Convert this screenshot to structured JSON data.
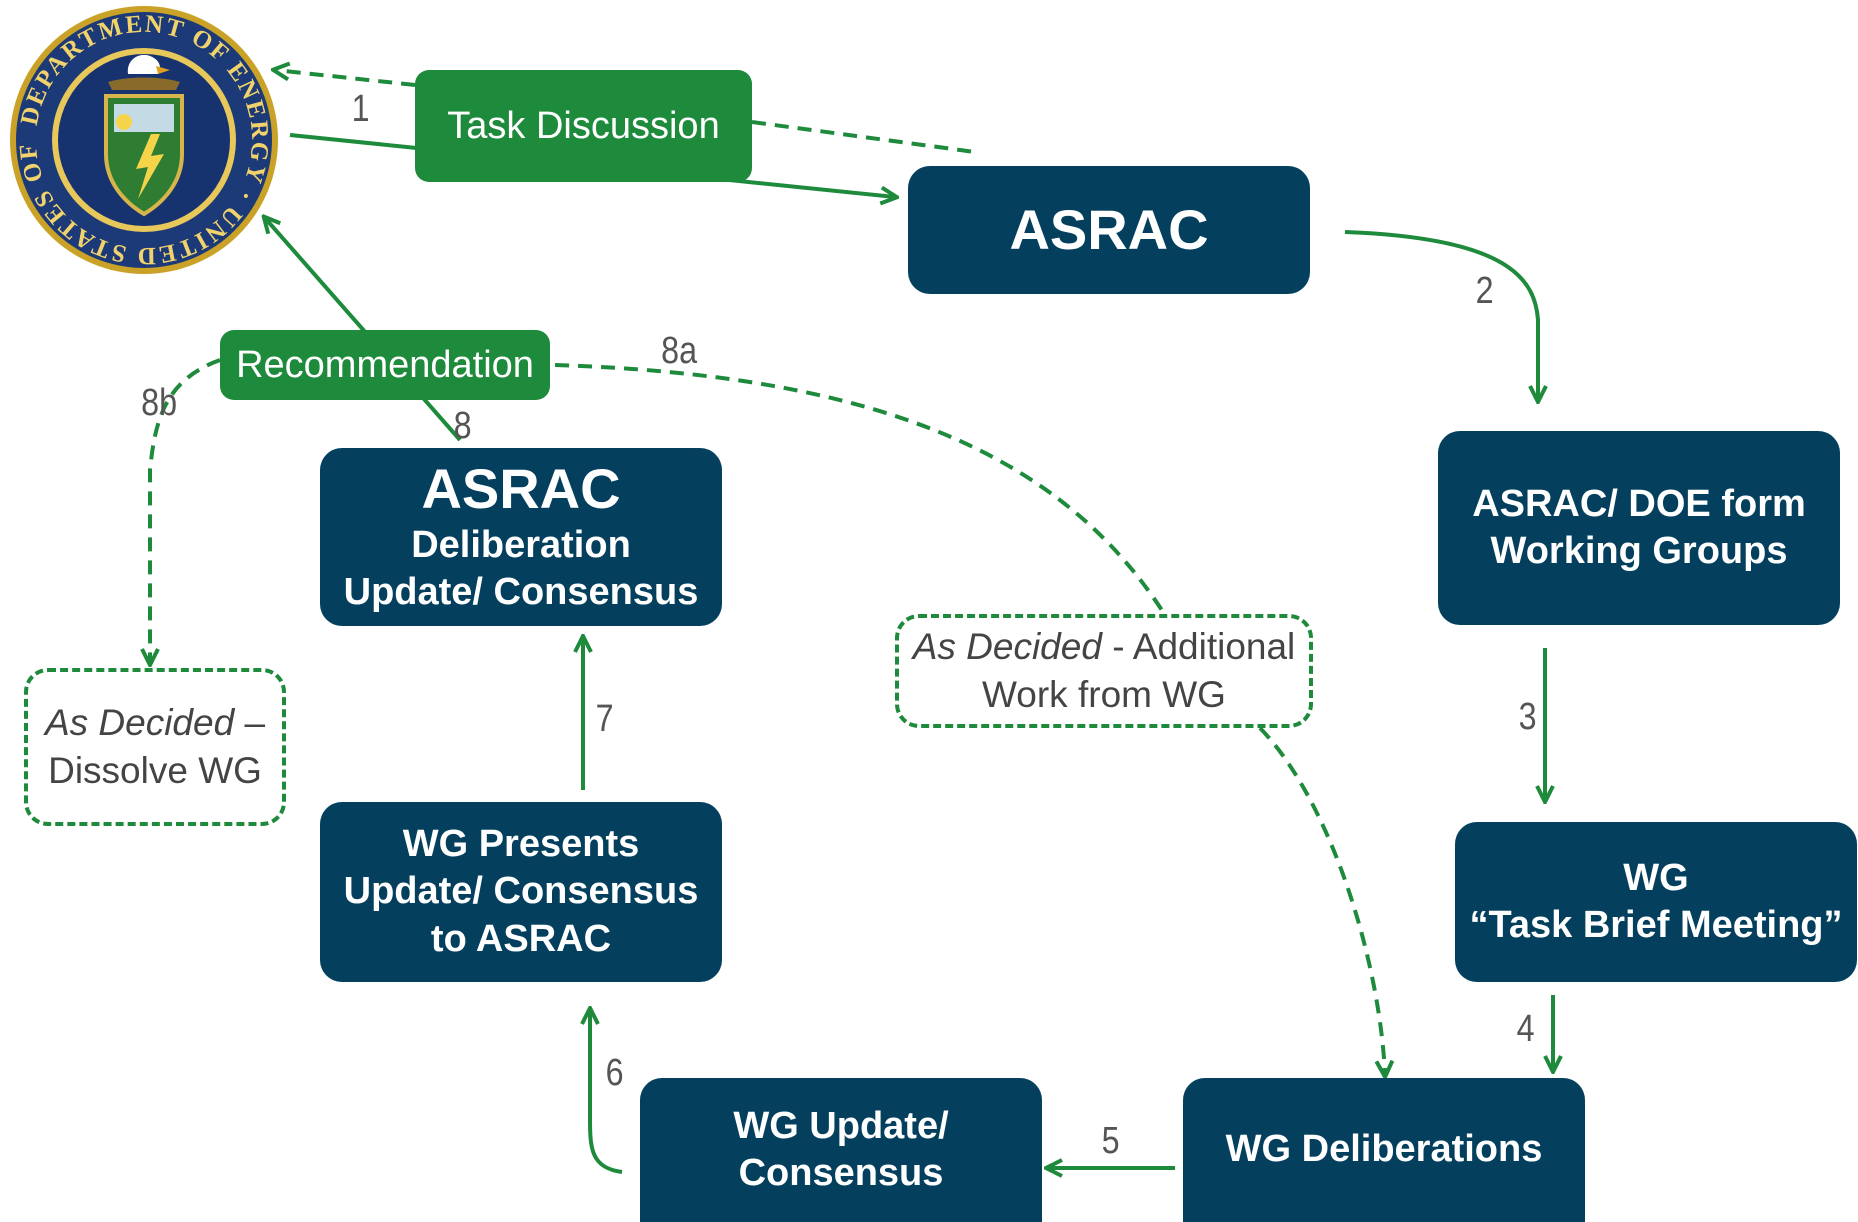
{
  "colors": {
    "node_fill": "#04405e",
    "accent_green": "#1e8a3c",
    "step_text": "#555555",
    "note_text": "#444444"
  },
  "seal": {
    "icon": "department-of-energy-seal",
    "ring_text": "DEPARTMENT OF ENERGY · UNITED STATES OF AMERICA"
  },
  "nodes": {
    "asrac_top": "ASRAC",
    "form_wg_line1": "ASRAC/ DOE form",
    "form_wg_line2": "Working Groups",
    "task_brief_line1": "WG",
    "task_brief_line2": "“Task Brief Meeting”",
    "wg_deliberations": "WG Deliberations",
    "wg_update_line1": "WG Update/",
    "wg_update_line2": "Consensus",
    "presents_line1": "WG Presents",
    "presents_line2": "Update/ Consensus",
    "presents_line3": "to ASRAC",
    "asrac_delib_title": "ASRAC",
    "asrac_delib_line1": "Deliberation",
    "asrac_delib_line2": "Update/ Consensus"
  },
  "pills": {
    "task_discussion": "Task Discussion",
    "recommendation": "Recommendation"
  },
  "notes": {
    "additional_italic": "As Decided",
    "additional_rest": " - Additional",
    "additional_line2": "Work from WG",
    "dissolve_italic": "As Decided",
    "dissolve_rest": " –",
    "dissolve_line2": "Dissolve WG"
  },
  "steps": {
    "s1": "1",
    "s2": "2",
    "s3": "3",
    "s4": "4",
    "s5": "5",
    "s6": "6",
    "s7": "7",
    "s8": "8",
    "s8a": "8a",
    "s8b": "8b"
  }
}
